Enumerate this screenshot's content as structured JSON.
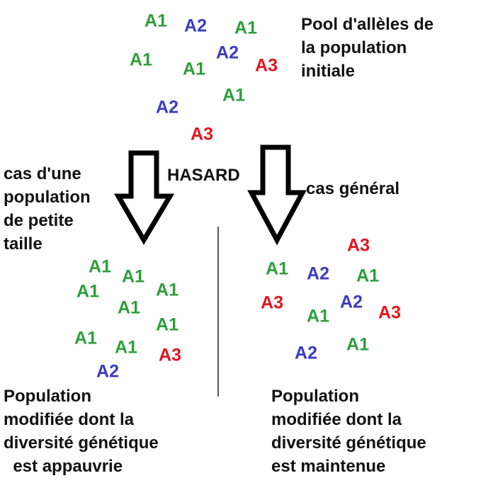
{
  "colors": {
    "A1": "#2e9f3c",
    "A2": "#3c3cc4",
    "A3": "#e5141e"
  },
  "initial_pool": {
    "label_lines": [
      "Pool d'allèles de",
      "la population",
      "initiale"
    ],
    "alleles": [
      "A1",
      "A2",
      "A1",
      "A1",
      "A2",
      "A3",
      "A1",
      "A1",
      "A2",
      "A3"
    ]
  },
  "hasard_label": "HASARD",
  "small_population": {
    "case_lines": [
      "cas d'une",
      "population",
      "de petite",
      "taille"
    ],
    "alleles": [
      "A1",
      "A1",
      "A1",
      "A1",
      "A1",
      "A1",
      "A1",
      "A1",
      "A3",
      "A2"
    ],
    "result_lines": [
      "Population",
      "modifiée dont la",
      "diversité génétique",
      "  est appauvrie"
    ]
  },
  "general_case": {
    "case_label": "cas général",
    "alleles": [
      "A3",
      "A1",
      "A2",
      "A1",
      "A3",
      "A2",
      "A1",
      "A3",
      "A1",
      "A2"
    ],
    "result_lines": [
      "Population",
      "modifiée dont la",
      "diversité génétique",
      "est maintenue"
    ]
  }
}
